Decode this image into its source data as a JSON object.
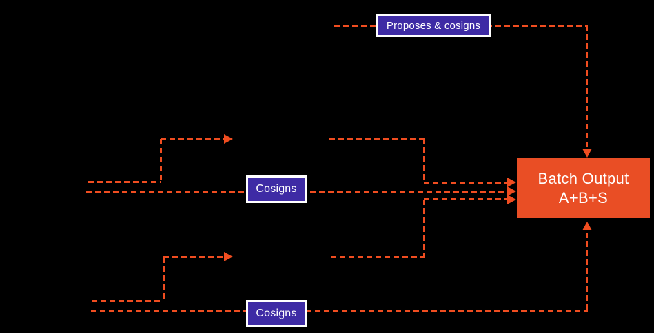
{
  "diagram": {
    "colors": {
      "background": "#000000",
      "connector_orange": "#F04D20",
      "badge_purple": "#3E2BA5",
      "batch_orange": "#E94E25",
      "text_white": "#FFFFFF"
    },
    "nodes": {
      "proposes_cosigns": {
        "label": "Proposes & cosigns"
      },
      "cosigns_mid": {
        "label": "Cosigns"
      },
      "cosigns_bottom": {
        "label": "Cosigns"
      },
      "batch_output": {
        "line1": "Batch Output",
        "line2": "A+B+S"
      }
    }
  }
}
